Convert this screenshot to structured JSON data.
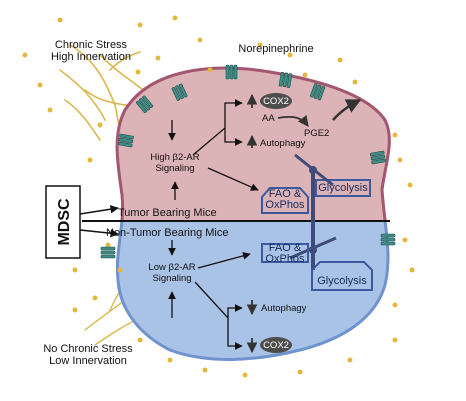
{
  "labels": {
    "chronic_stress": [
      "Chronic Stress",
      "High Innervation"
    ],
    "no_chronic_stress": [
      "No Chronic Stress",
      "Low Innervation"
    ],
    "norepinephrine": "Norepinephrine",
    "mdsc": "MDSC",
    "tumor_bearing": "Tumor Bearing Mice",
    "non_tumor_bearing": "Non-Tumor Bearing Mice",
    "high_b2ar": [
      "High β2-AR",
      "Signaling"
    ],
    "low_b2ar": [
      "Low β2-AR",
      "Signaling"
    ],
    "cox2_top": "COX2",
    "cox2_bottom": "COX2",
    "aa": "AA",
    "pge2": "PGE2",
    "autophagy_top": "Autophagy",
    "autophagy_bottom": "Autophagy",
    "fao_top": [
      "FAO &",
      "OxPhos"
    ],
    "fao_bottom": [
      "FAO &",
      "OxPhos"
    ],
    "glycolysis_top": "Glycolysis",
    "glycolysis_bottom": "Glycolysis"
  },
  "colors": {
    "tumor_fill": "#dcb3b6",
    "tumor_border": "#a35670",
    "normal_fill": "#a9c3e6",
    "normal_border": "#6f93cf",
    "nerve": "#d9b84f",
    "dot": "#e3b842",
    "receptor": "#3f8d87",
    "box_border": "#3a5aa0",
    "enzyme": "#4d4d4d"
  },
  "icons": [
    "b2-adrenergic-receptor-icon",
    "norepinephrine-molecule-icon",
    "cox2-enzyme-icon",
    "up-arrow-icon",
    "down-arrow-icon"
  ]
}
